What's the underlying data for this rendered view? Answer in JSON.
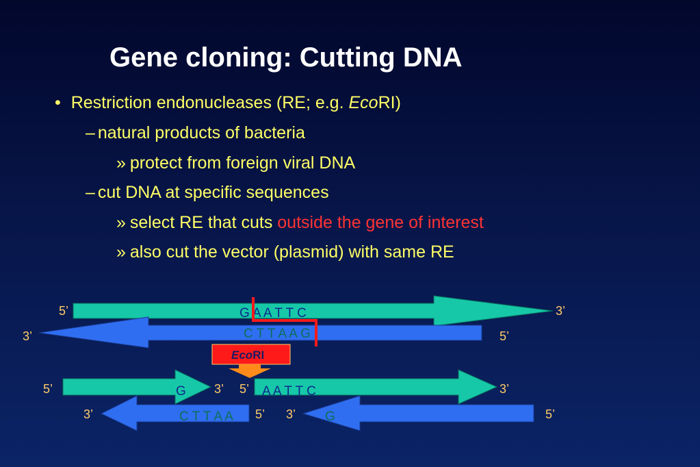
{
  "slide": {
    "title": "Gene cloning:  Cutting DNA",
    "bullets": {
      "b1_marker": "•",
      "b1_text_a": "Restriction endonucleases (RE; e.g. ",
      "b1_text_italic": "Eco",
      "b1_text_b": "RI)",
      "b2_marker": "–",
      "b2_text": "natural products of bacteria",
      "b3_marker": "»",
      "b3_text": "protect from foreign viral DNA",
      "b4_marker": "–",
      "b4_text": "cut DNA at specific sequences",
      "b5_marker": "»",
      "b5_text_a": "select RE that cuts ",
      "b5_text_red": "outside the gene of interest",
      "b6_marker": "»",
      "b6_text": "also cut the vector (plasmid) with same RE"
    }
  },
  "diagram": {
    "top": {
      "left_5": "5’",
      "right_3": "3’",
      "left_3": "3’",
      "right_5": "5’",
      "seq_top": "G A A T T C",
      "seq_bottom": "C T T A A G"
    },
    "enzyme": {
      "italic": "Eco",
      "rest": "RI"
    },
    "bottom": {
      "l_top_5": "5’",
      "l_top_3": "3’",
      "l_bot_3": "3’",
      "l_bot_5": "5’",
      "l_seq_top": "G",
      "l_seq_bottom": "C T T A A",
      "r_top_5": "5’",
      "r_top_3": "3’",
      "r_bot_3": "3’",
      "r_bot_5": "5’",
      "r_seq_top": "A A T T C",
      "r_seq_bottom": "G"
    },
    "colors": {
      "teal": "#16c8a8",
      "blue": "#2f6ef0",
      "label": "#ffcc66",
      "cut": "#ff1a1a",
      "enzyme_box": "#ff1a1a",
      "enzyme_arrow": "#ff8c1a"
    }
  }
}
